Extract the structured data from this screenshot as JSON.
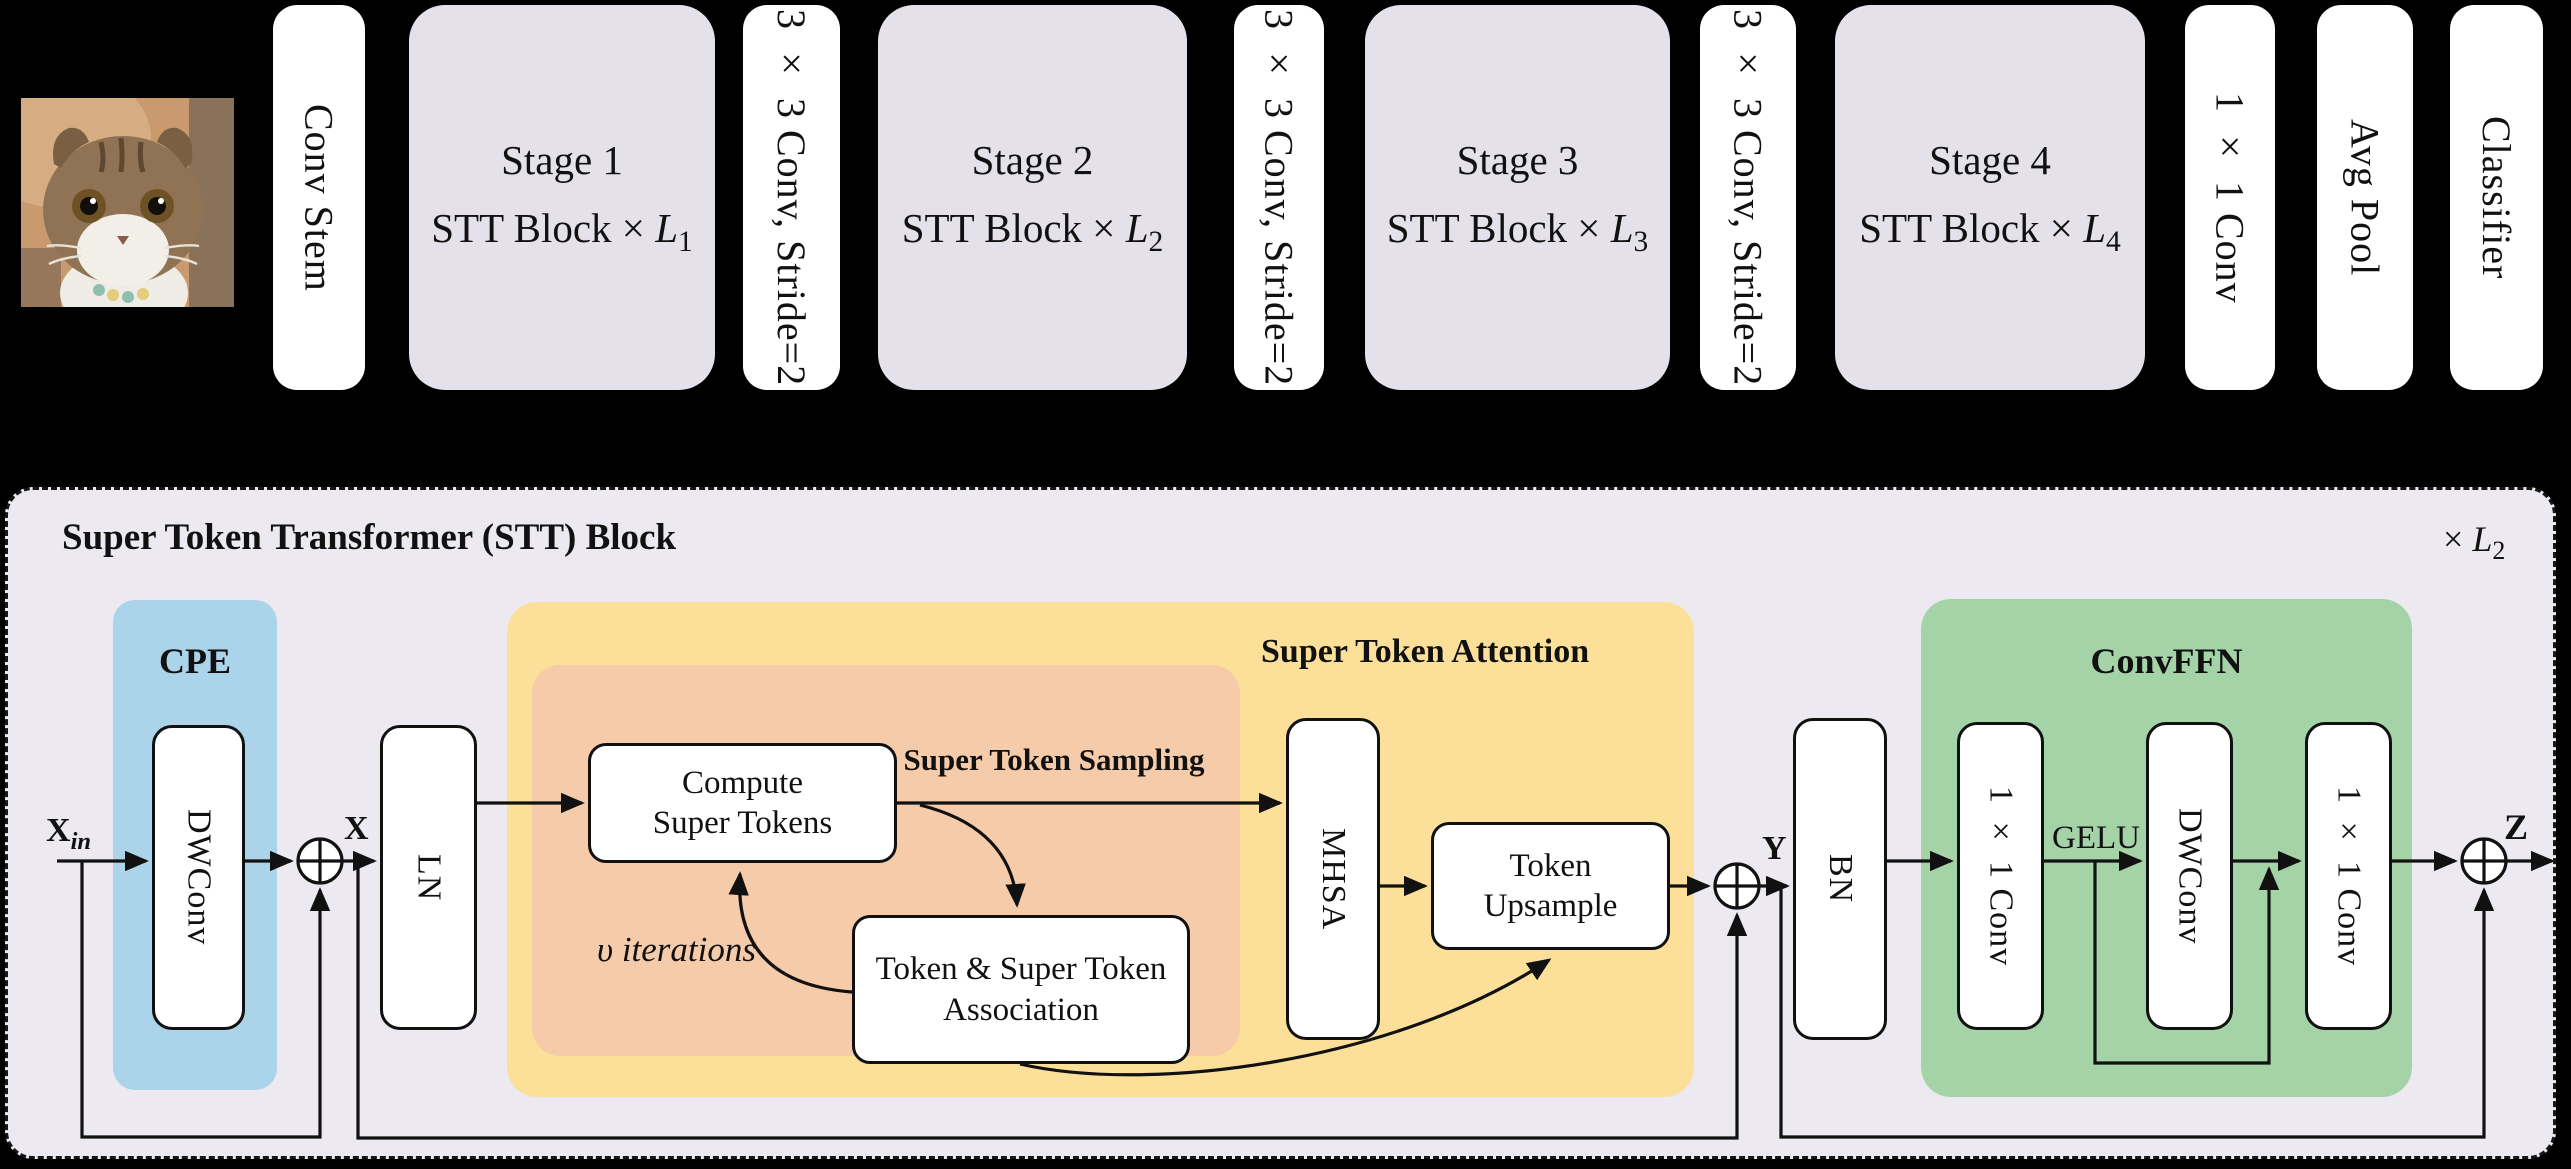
{
  "colors": {
    "background": "#000000",
    "panel_bg": "#ECE9F1",
    "stage_box_bg": "#E4E1EB",
    "white_box": "#FFFFFF",
    "line": "#111111",
    "cpe_bg": "#ABD3E9",
    "attention_bg": "#FCE099",
    "sampling_bg": "#F6CBA9",
    "convffn_bg": "#A5D3A8"
  },
  "pipeline": {
    "conv_stem": "Conv Stem",
    "downsample": "3 × 3 Conv, Stride=2",
    "stages": [
      {
        "line1": "Stage 1",
        "pre": "STT Block × ",
        "var": "L",
        "sub": "1"
      },
      {
        "line1": "Stage 2",
        "pre": "STT Block × ",
        "var": "L",
        "sub": "2"
      },
      {
        "line1": "Stage 3",
        "pre": "STT Block × ",
        "var": "L",
        "sub": "3"
      },
      {
        "line1": "Stage 4",
        "pre": "STT Block × ",
        "var": "L",
        "sub": "4"
      }
    ],
    "head": [
      "1 × 1 Conv",
      "Avg Pool",
      "Classifier"
    ]
  },
  "stt": {
    "title": "Super Token Transformer (STT) Block",
    "multiplier": {
      "pre": "× ",
      "var": "L",
      "sub": "2"
    },
    "cpe": {
      "label": "CPE",
      "dwconv": "DWConv"
    },
    "ln": "LN",
    "attention": {
      "label": "Super Token Attention",
      "sampling": {
        "label": "Super Token Sampling",
        "compute": {
          "line1": "Compute",
          "line2": "Super Tokens"
        },
        "association": {
          "line1": "Token & Super Token",
          "line2": "Association"
        },
        "iterations": "υ iterations"
      },
      "mhsa": "MHSA",
      "upsample": {
        "line1": "Token",
        "line2": "Upsample"
      }
    },
    "bn": "BN",
    "convffn": {
      "label": "ConvFFN",
      "conv1": "1 × 1 Conv",
      "gelu": "GELU",
      "dwconv": "DWConv",
      "conv2": "1 × 1 Conv"
    },
    "signals": {
      "x_in_base": "X",
      "x_in_sub": "in",
      "x": "X",
      "y": "Y",
      "z": "Z"
    }
  }
}
